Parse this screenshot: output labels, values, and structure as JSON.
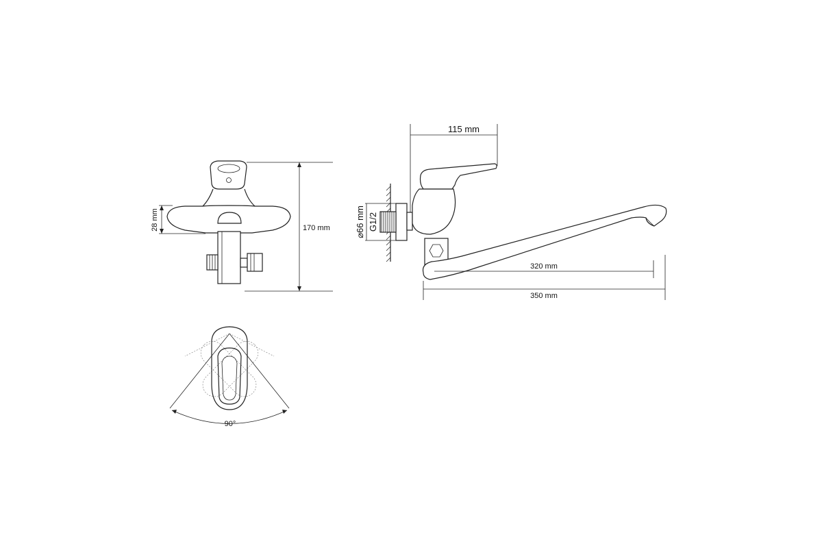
{
  "dimensions": {
    "height_total": "170 mm",
    "body_height": "28 mm",
    "handle_reach": "115 mm",
    "flange_diameter": "⌀66 mm",
    "thread": "G1/2",
    "spout_reach": "320 mm",
    "overall_length": "350 mm",
    "handle_angle": "90°"
  },
  "colors": {
    "line": "#222222",
    "background": "#ffffff"
  }
}
